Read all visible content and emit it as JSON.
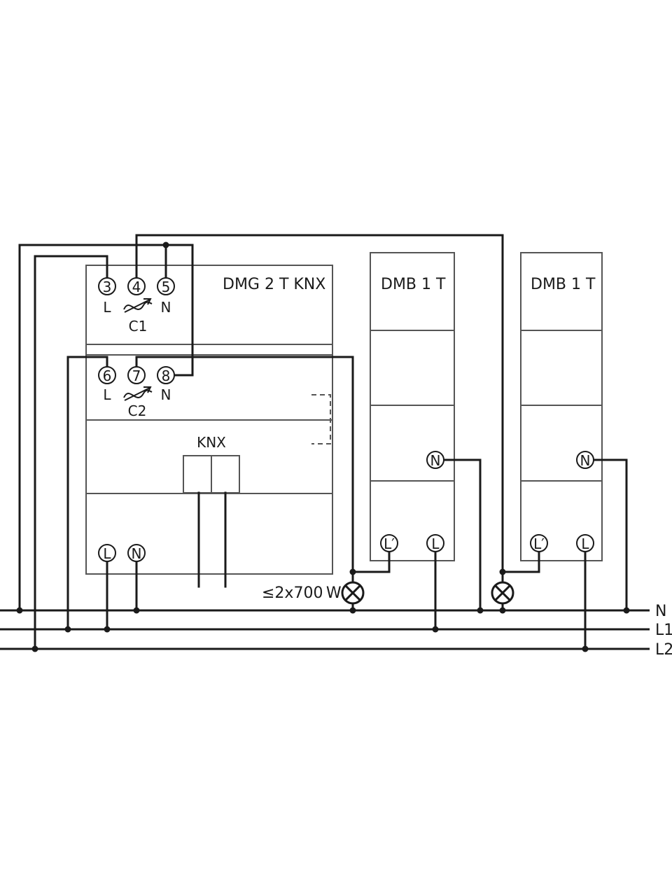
{
  "main_device": {
    "title": "DMG 2 T KNX",
    "channel1": {
      "name": "C1",
      "terminals": [
        "3",
        "4",
        "5"
      ],
      "labels": [
        "L",
        "N"
      ]
    },
    "channel2": {
      "name": "C2",
      "terminals": [
        "6",
        "7",
        "8"
      ],
      "labels": [
        "L",
        "N"
      ]
    },
    "bus_label": "KNX",
    "supply_terminals": [
      "L",
      "N"
    ]
  },
  "boosters": [
    {
      "title": "DMB 1 T",
      "terminals": [
        "N",
        "L′",
        "L"
      ]
    },
    {
      "title": "DMB 1 T",
      "terminals": [
        "N",
        "L′",
        "L"
      ]
    }
  ],
  "load_label": "≤2x700 W",
  "rails": [
    "N",
    "L1",
    "L2"
  ],
  "icons": [
    "dimmer-symbol-icon",
    "lamp-icon"
  ]
}
